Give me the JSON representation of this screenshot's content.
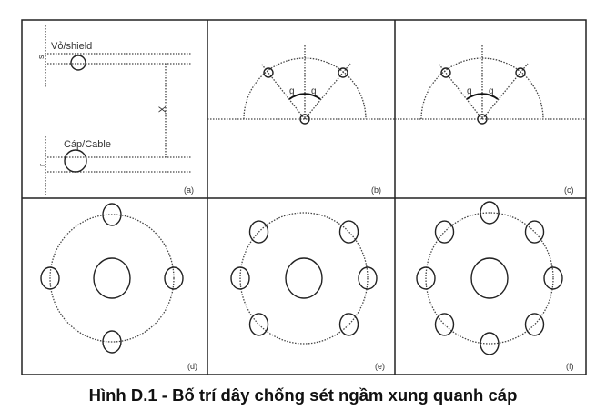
{
  "panels": {
    "a": {
      "tag": "(a)",
      "shield_label": "Vỏ/shield",
      "cable_label": "Cáp/Cable",
      "dim_s": "s",
      "dim_x": "X",
      "dim_r": "r"
    },
    "b": {
      "tag": "(b)",
      "angle_left": "g",
      "angle_right": "g"
    },
    "c": {
      "tag": "(c)",
      "angle_left": "g",
      "angle_right": "g"
    },
    "d": {
      "tag": "(d)",
      "conductor_count": 4
    },
    "e": {
      "tag": "(e)",
      "conductor_count": 6
    },
    "f": {
      "tag": "(f)",
      "conductor_count": 8
    }
  },
  "caption": "Hình D.1 - Bố trí dây chống sét ngầm xung quanh cáp"
}
